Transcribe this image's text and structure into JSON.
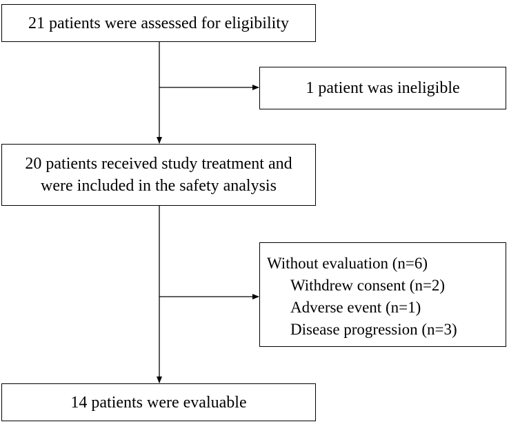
{
  "boxes": {
    "assessed": "21 patients were assessed for eligibility",
    "ineligible": "1 patient was ineligible",
    "treated_line1": "20 patients received study treatment and",
    "treated_line2": "were included in the safety analysis",
    "without_eval": {
      "title": "Without evaluation (n=6)",
      "items": [
        "Withdrew consent (n=2)",
        "Adverse event (n=1)",
        "Disease progression (n=3)"
      ]
    },
    "evaluable": "14 patients were evaluable"
  }
}
